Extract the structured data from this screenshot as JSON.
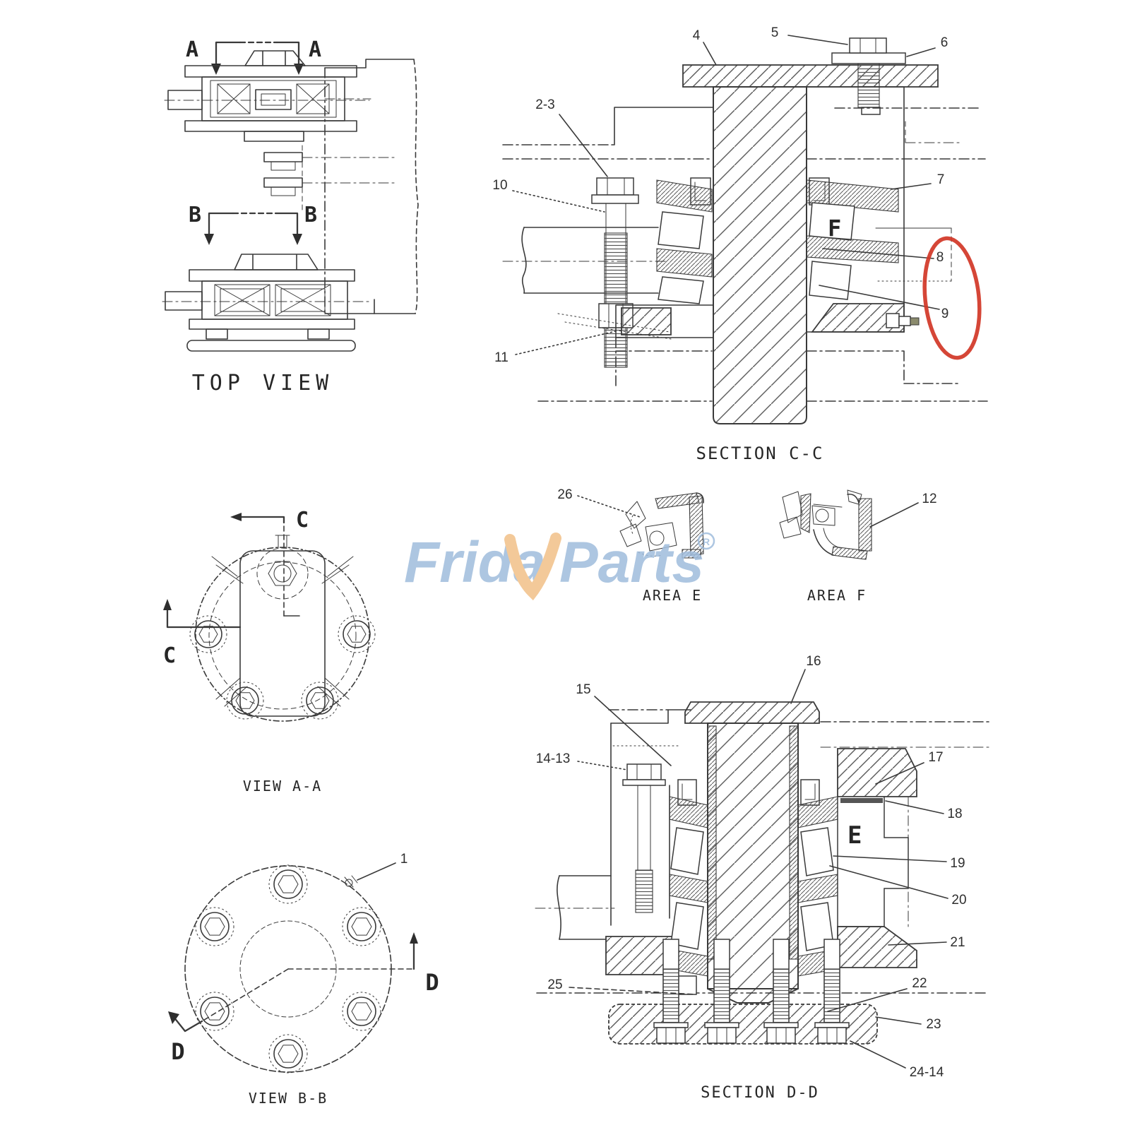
{
  "brand": {
    "logo_left": "Frida",
    "logo_right": "Parts",
    "registered": "R",
    "logo_blue": "#a2bedd",
    "logo_orange": "#f2c28a"
  },
  "highlight": {
    "color": "#d13626"
  },
  "top_view": {
    "caption": "TOP VIEW",
    "cut_a_left": "A",
    "cut_a_right": "A",
    "cut_b_left": "B",
    "cut_b_right": "B"
  },
  "section_cc": {
    "caption": "SECTION C-C",
    "area_marker": "F",
    "n4": "4",
    "n5": "5",
    "n6": "6",
    "n2_3": "2-3",
    "n10": "10",
    "n7": "7",
    "n8": "8",
    "n9": "9",
    "n11": "11"
  },
  "area_e": {
    "caption": "AREA E",
    "n26": "26"
  },
  "area_f": {
    "caption": "AREA F",
    "n12": "12"
  },
  "view_aa": {
    "caption": "VIEW A-A",
    "cut_c_top": "C",
    "cut_c_left": "C"
  },
  "view_bb": {
    "caption": "VIEW B-B",
    "cut_d_right": "D",
    "cut_d_left": "D",
    "n1": "1"
  },
  "section_dd": {
    "caption": "SECTION D-D",
    "area_marker": "E",
    "n16": "16",
    "n15": "15",
    "n14_13": "14-13",
    "n17": "17",
    "n18": "18",
    "n19": "19",
    "n20": "20",
    "n21": "21",
    "n25": "25",
    "n22": "22",
    "n23": "23",
    "n24_14": "24-14"
  }
}
